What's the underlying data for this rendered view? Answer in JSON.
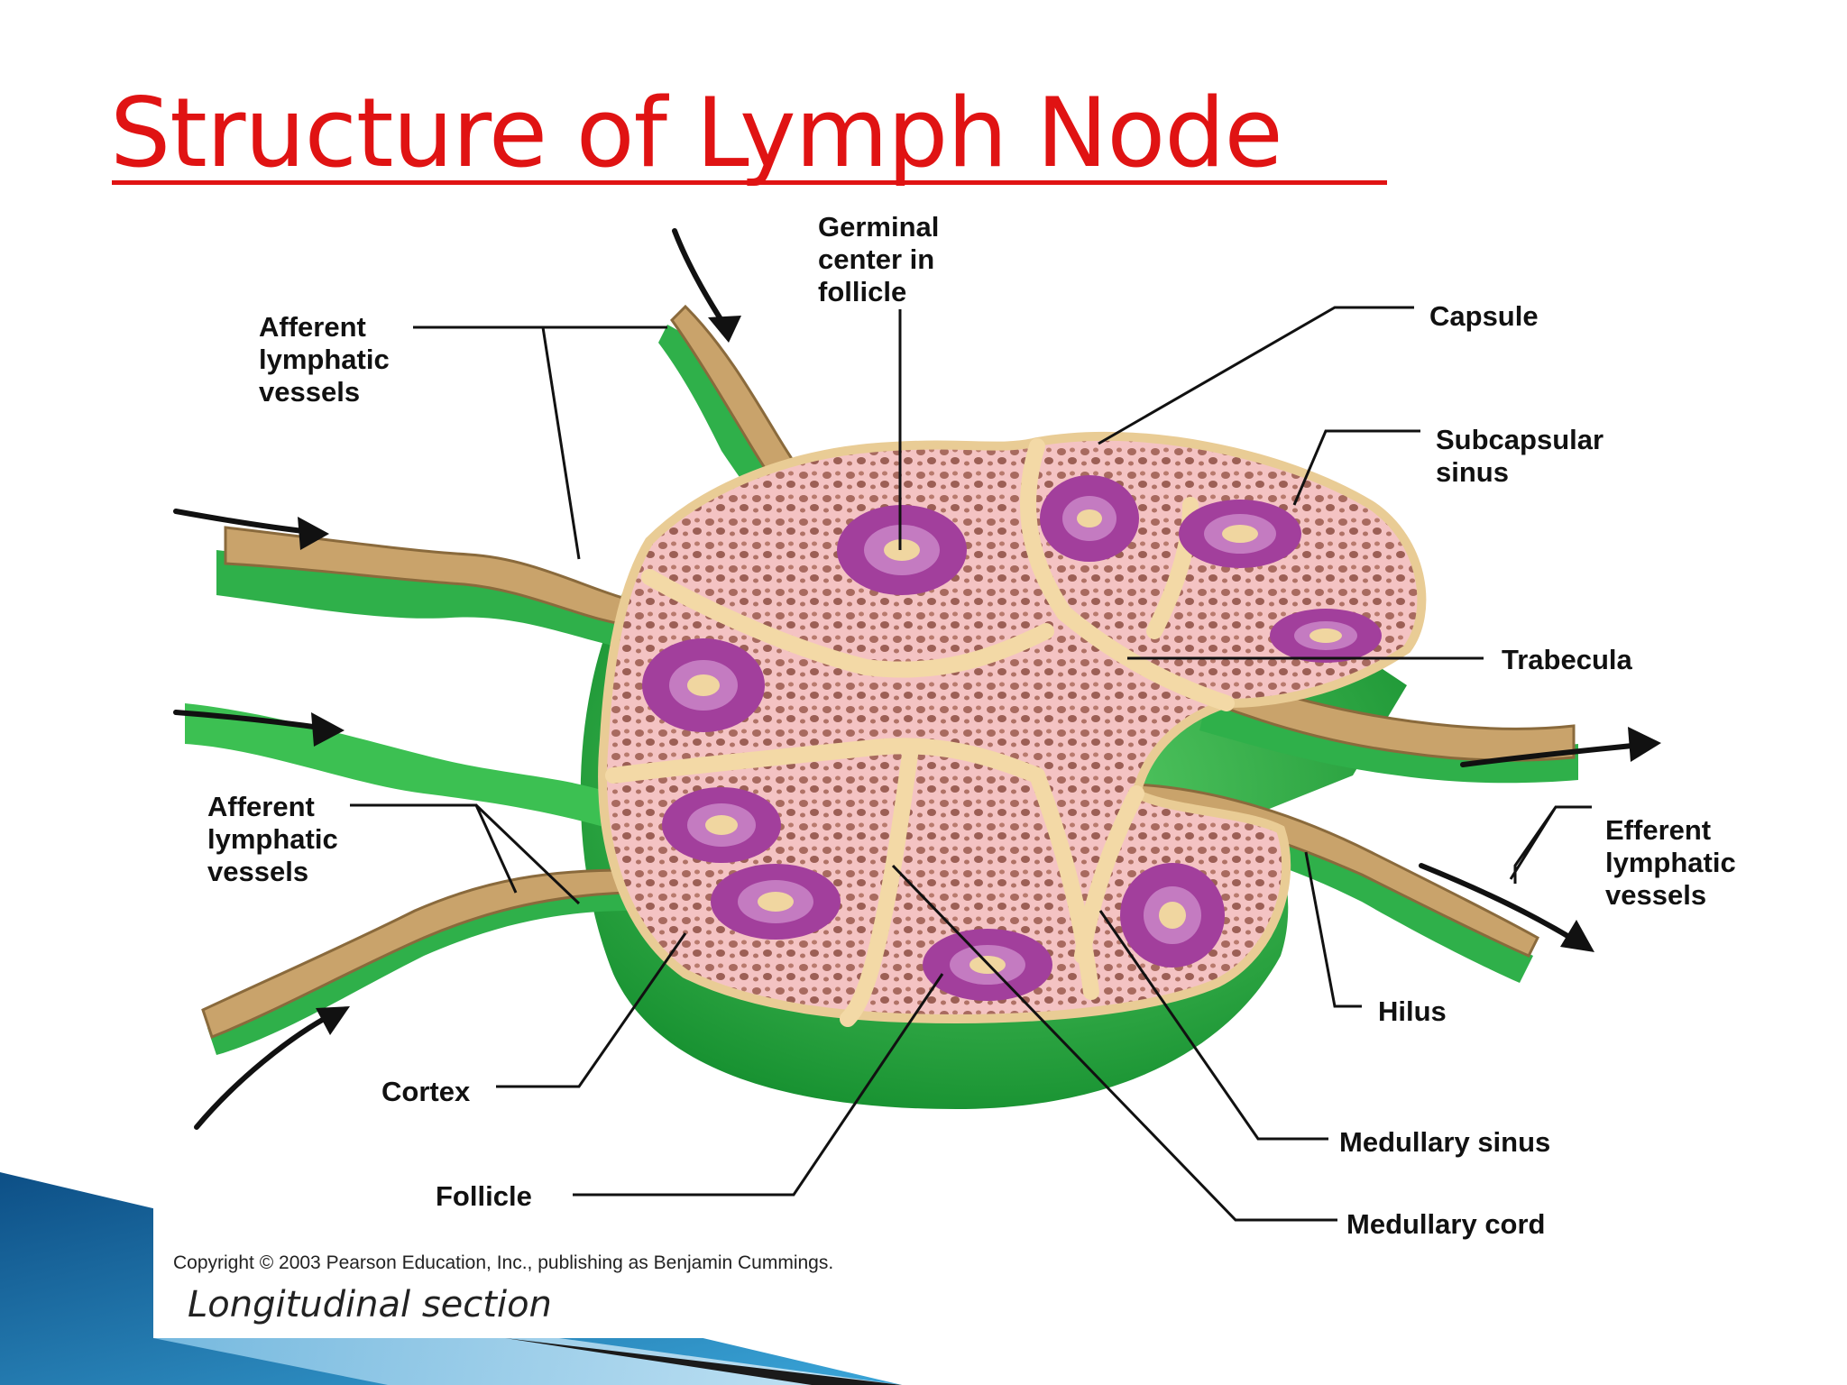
{
  "title": "Structure of Lymph Node",
  "labels": {
    "afferent_top": "Afferent lymphatic vessels",
    "germinal": "Germinal center in follicle",
    "capsule": "Capsule",
    "subcapsular": "Subcapsular sinus",
    "trabecula": "Trabecula",
    "afferent_bottom": "Afferent lymphatic vessels",
    "efferent": "Efferent lymphatic vessels",
    "hilus": "Hilus",
    "cortex": "Cortex",
    "medullary_sinus": "Medullary sinus",
    "follicle": "Follicle",
    "medullary_cord": "Medullary cord"
  },
  "copyright": "Copyright © 2003 Pearson Education, Inc., publishing as Benjamin Cummings.",
  "section_label": "Longitudinal section",
  "colors": {
    "title": "#e01313",
    "capsule_green": "#1fa83a",
    "vessel_tan": "#c9a36b",
    "cortex_pink": "#f2b9b9",
    "follicle_purple": "#a23f9c",
    "trabecula_cream": "#f3d9a6",
    "corner_blue": "#1f6fa8"
  }
}
